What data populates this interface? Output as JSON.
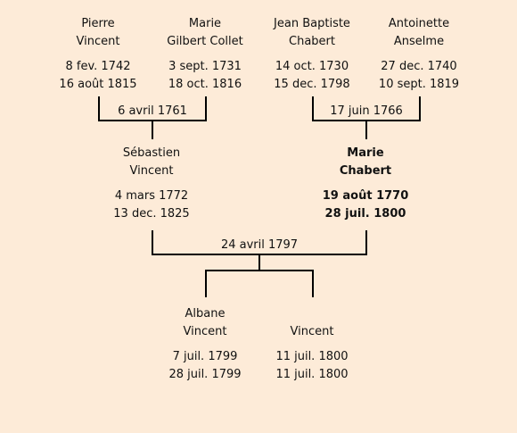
{
  "people": {
    "pierre": {
      "name1": "Pierre",
      "name2": "Vincent",
      "birth": "8 fev. 1742",
      "death": "16 août 1815"
    },
    "marie_gc": {
      "name1": "Marie",
      "name2": "Gilbert Collet",
      "birth": "3 sept. 1731",
      "death": "18 oct. 1816"
    },
    "jean": {
      "name1": "Jean Baptiste",
      "name2": "Chabert",
      "birth": "14 oct. 1730",
      "death": "15 dec. 1798"
    },
    "antoinette": {
      "name1": "Antoinette",
      "name2": "Anselme",
      "birth": "27 dec. 1740",
      "death": "10 sept. 1819"
    },
    "sebastien": {
      "name1": "Sébastien",
      "name2": "Vincent",
      "birth": "4 mars 1772",
      "death": "13 dec. 1825"
    },
    "marie_ch": {
      "name1": "Marie",
      "name2": "Chabert",
      "birth": "19 août 1770",
      "death": "28 juil. 1800"
    },
    "albane": {
      "name1": "Albane",
      "name2": "Vincent",
      "birth": "7 juil. 1799",
      "death": "28 juil. 1799"
    },
    "vincent": {
      "name1": "",
      "name2": "Vincent",
      "birth": "11 juil. 1800",
      "death": "11 juil. 1800"
    }
  },
  "marriages": {
    "vincent_gilbert": "6 avril 1761",
    "chabert_anselme": "17 juin 1766",
    "vincent_chabert": "24 avril 1797"
  },
  "colors": {
    "background": "#fdebd8",
    "line": "#000000"
  }
}
